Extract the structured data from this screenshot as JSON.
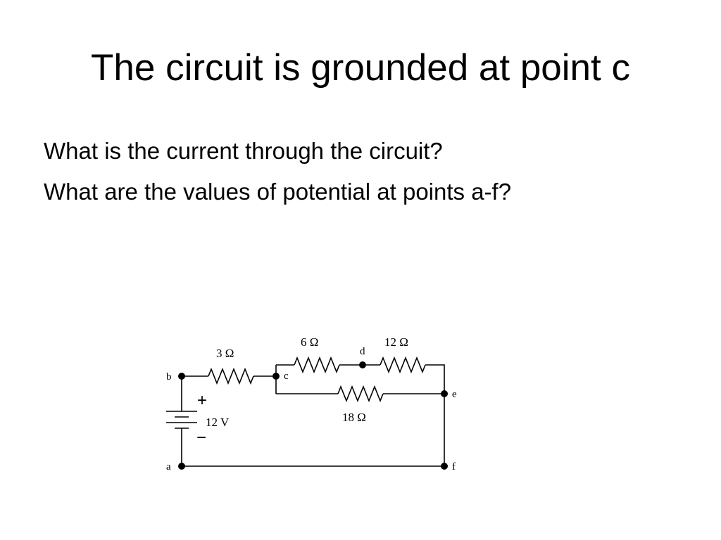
{
  "slide": {
    "title": "The circuit is grounded at point c",
    "questions": [
      "What is the current through the circuit?",
      "What are the values of potential at points a-f?"
    ]
  },
  "circuit": {
    "points": [
      "a",
      "b",
      "c",
      "d",
      "e",
      "f"
    ],
    "battery": {
      "label": "12 V",
      "plus": "+",
      "minus": "−"
    },
    "resistors": [
      {
        "label": "3 Ω"
      },
      {
        "label": "6 Ω"
      },
      {
        "label": "12 Ω"
      },
      {
        "label": "18 Ω"
      }
    ]
  }
}
